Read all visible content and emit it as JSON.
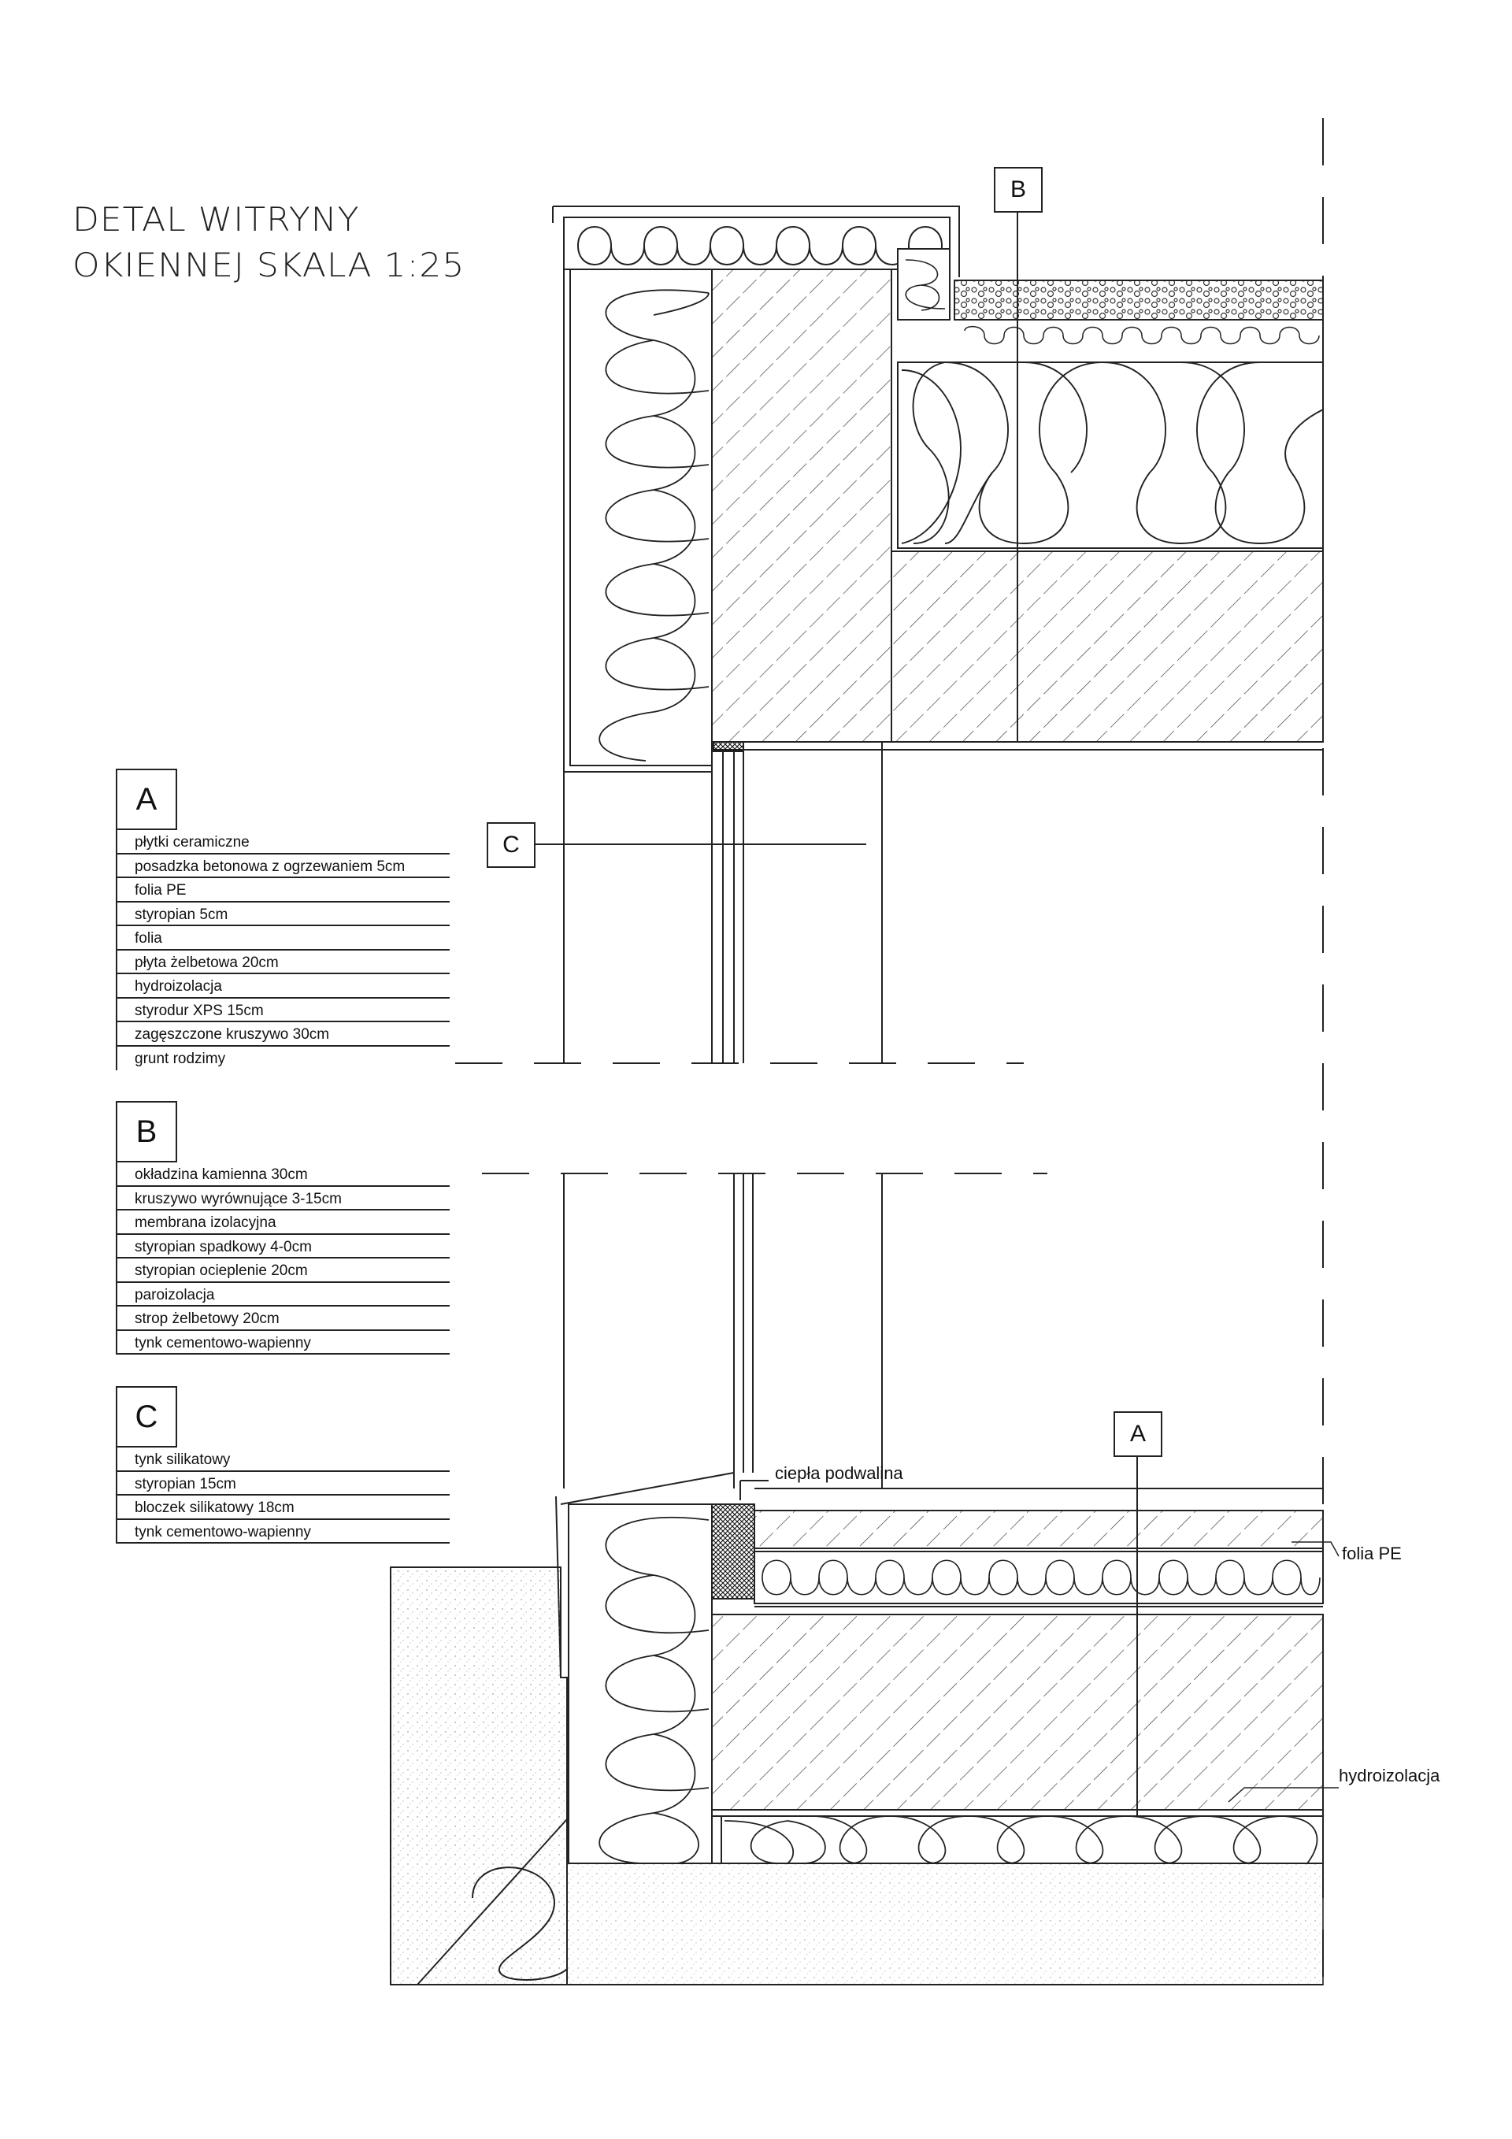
{
  "title": {
    "line1": "DETAL WITRYNY",
    "line2": "OKIENNEJ SKALA 1:25"
  },
  "legends": [
    {
      "letter": "A",
      "items": [
        "płytki ceramiczne",
        "posadzka betonowa z ogrzewaniem 5cm",
        "folia PE",
        "styropian 5cm",
        "folia",
        "płyta żelbetowa 20cm",
        "hydroizolacja",
        "styrodur XPS 15cm",
        "zagęszczone kruszywo 30cm",
        "grunt rodzimy"
      ]
    },
    {
      "letter": "B",
      "items": [
        "okładzina kamienna 30cm",
        "kruszywo wyrównujące 3-15cm",
        "membrana izolacyjna",
        "styropian spadkowy 4-0cm",
        "styropian ocieplenie 20cm",
        "paroizolacja",
        "strop żelbetowy 20cm",
        "tynk cementowo-wapienny"
      ]
    },
    {
      "letter": "C",
      "items": [
        "tynk silikatowy",
        "styropian 15cm",
        "bloczek silikatowy 18cm",
        "tynk cementowo-wapienny"
      ]
    }
  ],
  "tags": {
    "b": "B",
    "c": "C",
    "a": "A"
  },
  "annotations": {
    "podwalina": "ciepła podwalina",
    "folia": "folia PE",
    "hydro": "hydroizolacja"
  },
  "colors": {
    "line": "#222222",
    "paper": "#ffffff"
  }
}
